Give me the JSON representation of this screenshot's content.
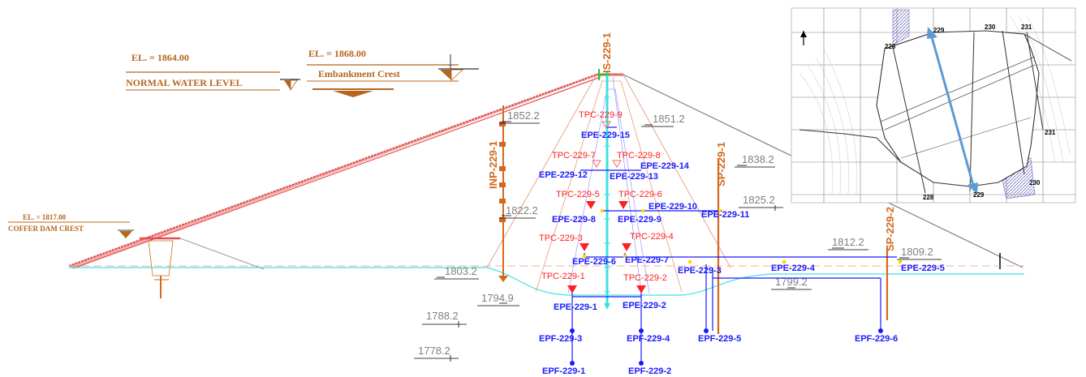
{
  "levels": {
    "normal_el": "EL. = 1864.00",
    "normal_caption": "NORMAL WATER LEVEL",
    "crest_el": "EL. = 1868.00",
    "crest_caption": "Embankment Crest",
    "coffer_el": "EL. = 1817.00",
    "coffer_caption": "COFFER DAM CREST"
  },
  "elevations": [
    "1852.2",
    "1851.2",
    "1838.2",
    "1825.2",
    "1822.2",
    "1812.2",
    "1809.2",
    "1803.2",
    "1799.2",
    "1794.9",
    "1788.2",
    "1778.2"
  ],
  "instruments": {
    "is": "IS-229-1",
    "inp": "INP-229-1",
    "sp1": "SP-229-1",
    "sp2": "SP-229-2"
  },
  "tpc": [
    "TPC-229-9",
    "TPC-229-7",
    "TPC-229-8",
    "TPC-229-5",
    "TPC-229-6",
    "TPC-229-3",
    "TPC-229-4",
    "TPC-229-1",
    "TPC-229-2"
  ],
  "epe": [
    "EPE-229-15",
    "EPE-229-14",
    "EPE-229-12",
    "EPE-229-13",
    "EPE-229-10",
    "EPE-229-8",
    "EPE-229-9",
    "EPE-229-11",
    "EPE-229-6",
    "EPE-229-7",
    "EPE-229-3",
    "EPE-229-4",
    "EPE-229-5",
    "EPE-229-1",
    "EPE-229-2"
  ],
  "epf": [
    "EPF-229-3",
    "EPF-229-4",
    "EPF-229-5",
    "EPF-229-6",
    "EPF-229-1",
    "EPF-229-2"
  ],
  "map_labels": [
    "229",
    "230",
    "231",
    "228",
    "231",
    "230",
    "229",
    "228"
  ],
  "colors": {
    "embankment": "#e05050",
    "water": "#40e0e0",
    "orange": "#d2691e",
    "blue": "#1a1aff",
    "red": "#ff2020",
    "section_arrow": "#5b9bd5"
  }
}
